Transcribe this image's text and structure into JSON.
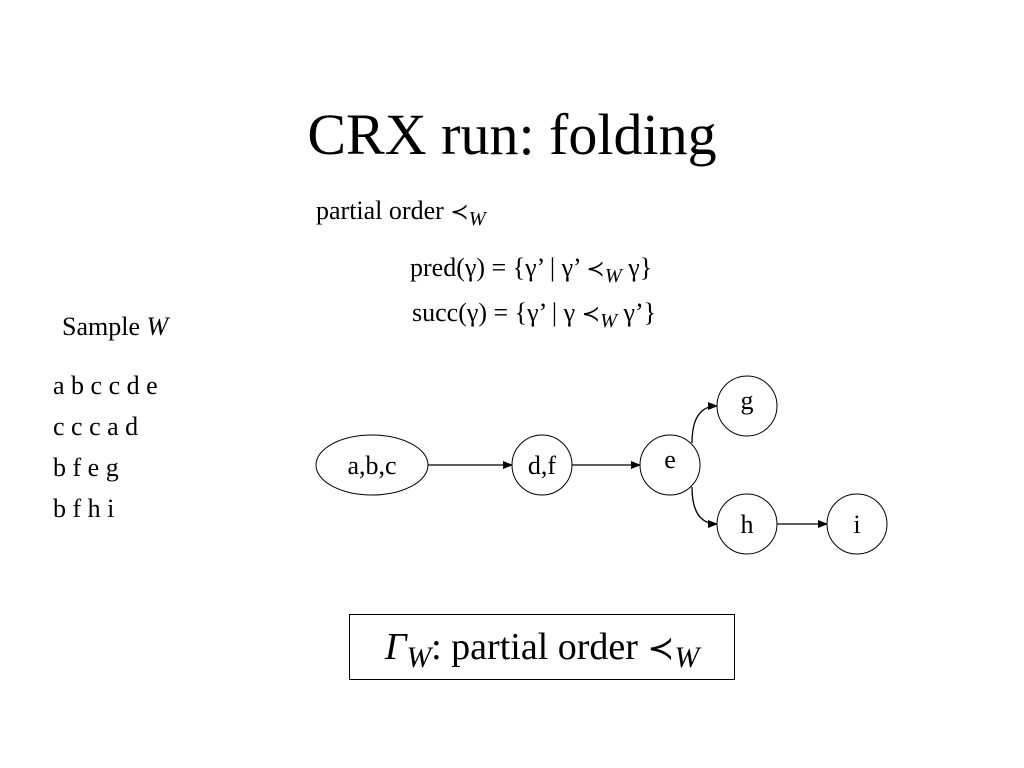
{
  "slide": {
    "title": "CRX run: folding",
    "partial_order": {
      "text": "partial order ",
      "symbol": "≺",
      "subscript": "W"
    },
    "pred": {
      "prefix": "pred(γ) = {γ’ | γ’ ",
      "symbol": "≺",
      "subscript": "W",
      "suffix": " γ}"
    },
    "succ": {
      "prefix": "succ(γ) = {γ’ | γ ",
      "symbol": "≺",
      "subscript": "W",
      "suffix": " γ’}"
    },
    "sample": {
      "label": "Sample ",
      "label_var": "W",
      "lines": [
        "a b c c d e",
        "c c c a d",
        "b f e g",
        "b f h i"
      ]
    },
    "graph": {
      "nodes": [
        {
          "id": "abc",
          "label": "a,b,c"
        },
        {
          "id": "df",
          "label": "d,f"
        },
        {
          "id": "e",
          "label": "e"
        },
        {
          "id": "g",
          "label": "g"
        },
        {
          "id": "h",
          "label": "h"
        },
        {
          "id": "i",
          "label": "i"
        }
      ],
      "edges": [
        {
          "from": "abc",
          "to": "df"
        },
        {
          "from": "df",
          "to": "e"
        },
        {
          "from": "e",
          "to": "g"
        },
        {
          "from": "e",
          "to": "h"
        },
        {
          "from": "h",
          "to": "i"
        }
      ]
    },
    "boxed_caption": {
      "gamma": "Γ",
      "gamma_subscript": "W",
      "text": ": partial order ",
      "symbol": "≺",
      "subscript": "W"
    }
  }
}
